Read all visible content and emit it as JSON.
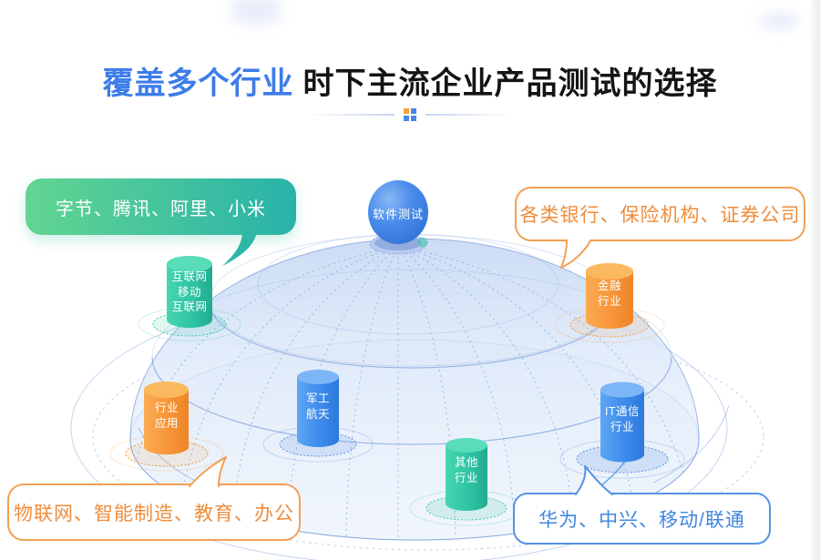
{
  "title": {
    "highlight": "覆盖多个行业",
    "rest": "时下主流企业产品测试的选择"
  },
  "center": {
    "sphere_label": "软件测试"
  },
  "cylinders": {
    "internet": {
      "label": "互联网\n移动\n互联网",
      "color": "teal"
    },
    "finance": {
      "label": "金融\n行业",
      "color": "orange"
    },
    "industry_app": {
      "label": "行业\n应用",
      "color": "orange"
    },
    "military": {
      "label": "军工\n航天",
      "color": "blue"
    },
    "other": {
      "label": "其他\n行业",
      "color": "teal"
    },
    "it_telecom": {
      "label": "IT通信\n行业",
      "color": "blue"
    }
  },
  "bubbles": {
    "top_left": {
      "text": "字节、腾讯、阿里、小米",
      "style": "green-gradient"
    },
    "top_right": {
      "text": "各类银行、保险机构、证券公司",
      "style": "orange-outline"
    },
    "bottom_left": {
      "text": "物联网、智能制造、教育、办公",
      "style": "orange-outline"
    },
    "bottom_right": {
      "text": "华为、中兴、移动/联通",
      "style": "blue-outline"
    }
  },
  "colors": {
    "title_highlight": "#3d7ce9",
    "title_rest": "#141414",
    "teal": "#2fbfa0",
    "orange": "#f6983c",
    "blue": "#3d8bea",
    "sphere_blue": "#3b7fe3",
    "dome_light_blue": "#dce8f9",
    "bubble_green_start": "#62d591",
    "bubble_green_end": "#28b2a9",
    "bubble_orange_border": "#f0a055",
    "bubble_orange_text": "#ee8d3d",
    "bubble_blue_border": "#5593e6",
    "bubble_blue_text": "#3f86e0",
    "divider_orange": "#f5a33a",
    "divider_blue": "#4a86e8"
  }
}
